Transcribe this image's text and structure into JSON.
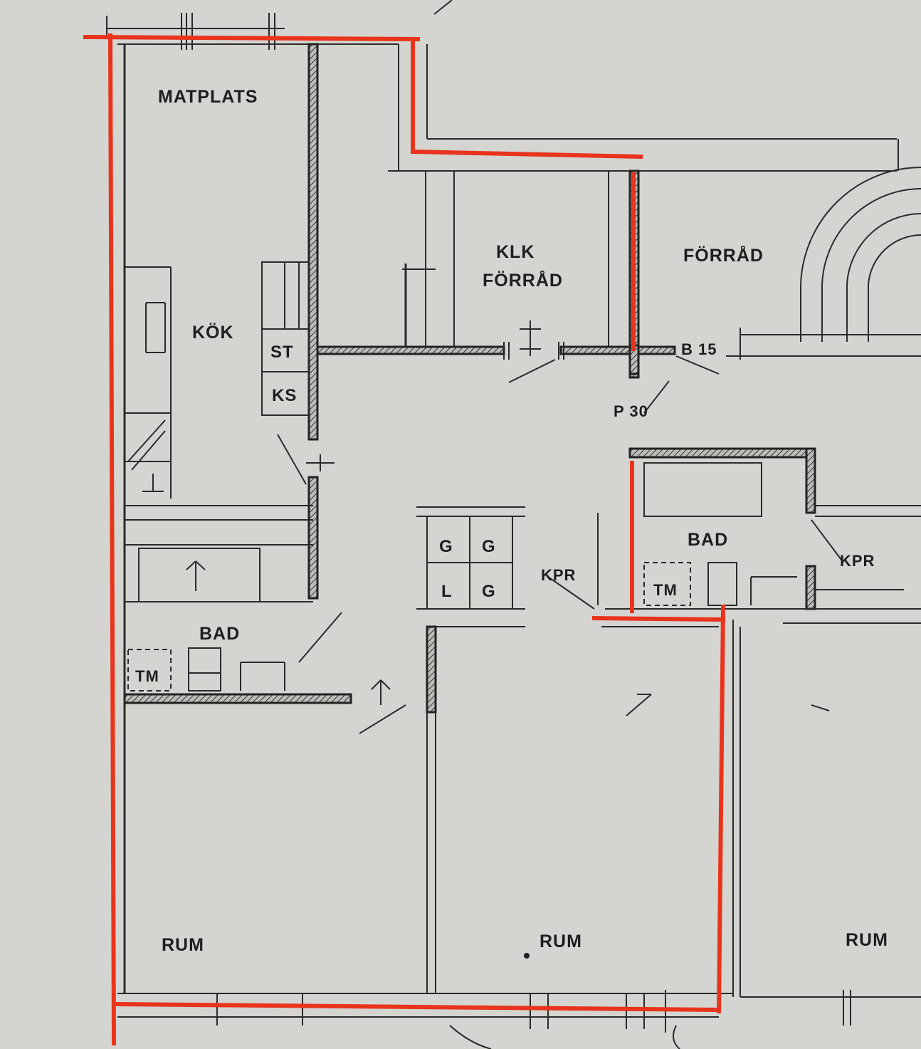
{
  "plan": {
    "rooms": {
      "matplats": "MATPLATS",
      "kok": "KÖK",
      "st": "ST",
      "ks": "KS",
      "klk_forrad_line1": "KLK",
      "klk_forrad_line2": "FÖRRÅD",
      "forrad": "FÖRRÅD",
      "bad_left": "BAD",
      "tm_left": "TM",
      "bad_right": "BAD",
      "tm_right": "TM",
      "kpr_left": "KPR",
      "kpr_right": "KPR",
      "rum_left": "RUM",
      "rum_middle": "RUM",
      "rum_right": "RUM"
    },
    "fixtures": {
      "g1": "G",
      "g2": "G",
      "l": "L",
      "g3": "G"
    },
    "markers": {
      "b15": "B 15",
      "p30": "P 30"
    },
    "colors": {
      "background": "#d4d5d1",
      "linework": "#2a2a2a",
      "outline_highlight": "#e8341c"
    }
  }
}
